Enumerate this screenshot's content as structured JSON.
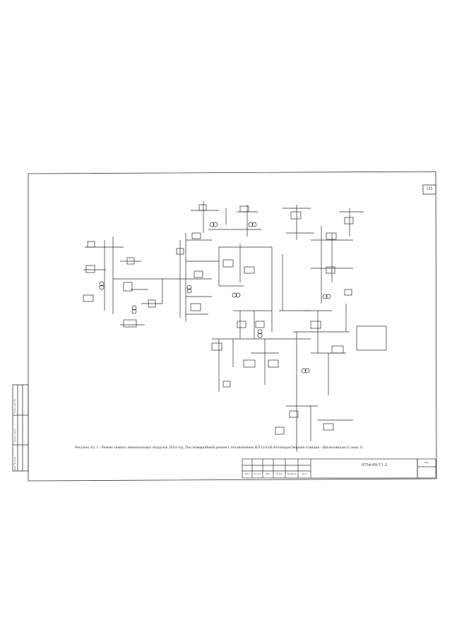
{
  "drawing": {
    "page_number": "125",
    "caption": "Рисунок А2.1 - Режим зимних минимальных нагрузок 2024 год. Послеаварийный режим с отключением ВЛ 110 кВ Бетонорастворная станция - Шелеховская (Схема 1)",
    "document_code": "9754-09-Т1.2",
    "sheet_label": "Лист"
  },
  "title_block": {
    "columns": [
      "Изм.",
      "Кол.уч.",
      "Лист",
      "№ док.",
      "Подпись",
      "Дата"
    ]
  },
  "side_stamp": {
    "labels": [
      "Инв. № подл.",
      "Подп. и дата",
      "Взам. инв. №"
    ]
  }
}
